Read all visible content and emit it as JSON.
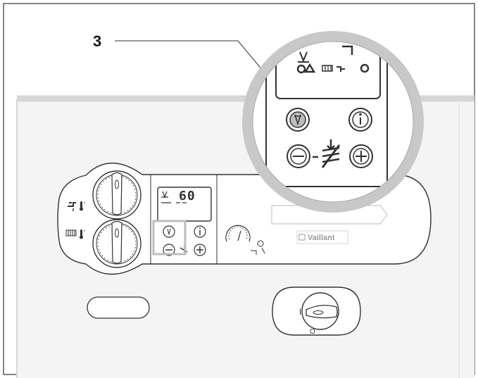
{
  "callout": {
    "label": "3"
  },
  "display": {
    "digits": "60"
  },
  "brand": {
    "name": "Vaillant"
  },
  "main_switch": {
    "on_label": "I",
    "off_label": "O"
  },
  "colors": {
    "background": "#ffffff",
    "housing": "#f4f4f4",
    "panel_edge": "#d6d6d6",
    "line": "#333333",
    "magnifier_ring": "#c8c8c8",
    "highlight_box": "#bdbdbd"
  },
  "icons": [
    "hot-water-tap-icon",
    "thermometer-icon",
    "radiator-icon",
    "chimney-sweep-icon",
    "info-icon",
    "minus-icon",
    "plus-icon",
    "heating-off-icon",
    "flame-icon",
    "pressure-gauge-icon"
  ]
}
